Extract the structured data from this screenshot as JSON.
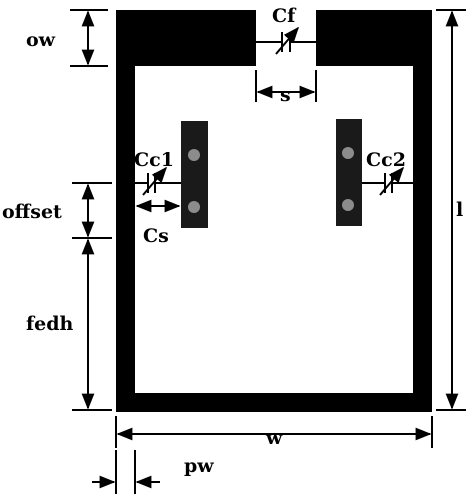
{
  "colors": {
    "ink": "#000000",
    "ground": "#ffffff",
    "port": "#8c8c8c",
    "strip": "#1a1a1a"
  },
  "labels": {
    "ow": "ow",
    "cf": "Cf",
    "s": "s",
    "cc1": "Cc1",
    "cc2": "Cc2",
    "offset": "offset",
    "cs": "Cs",
    "fedh": "fedh",
    "l": "l",
    "w": "w",
    "pw": "pw"
  }
}
